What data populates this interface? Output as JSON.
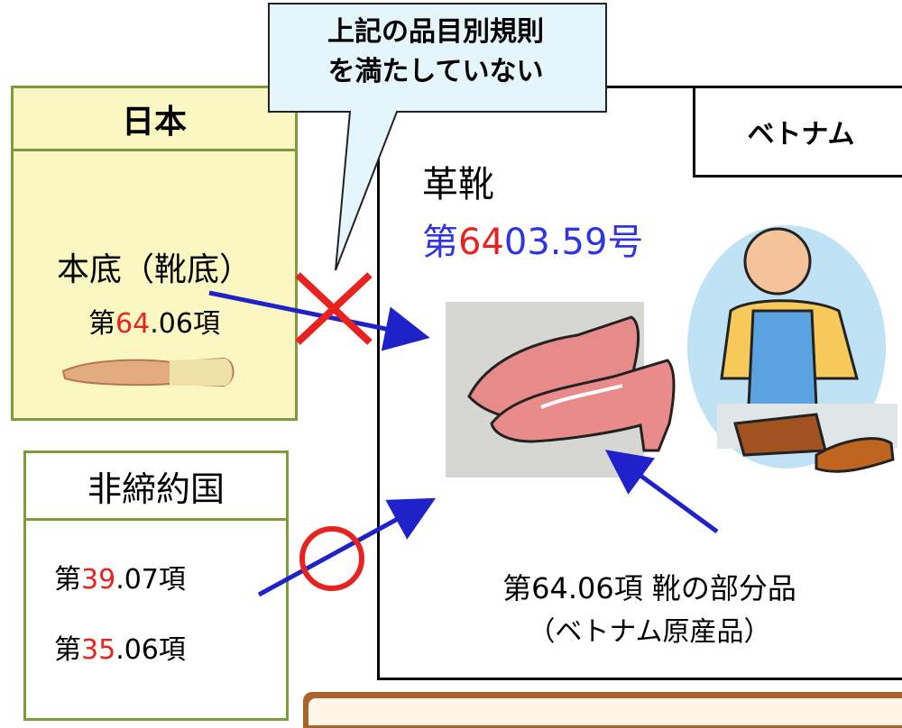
{
  "callout": {
    "line1": "上記の品目別規則",
    "line2": "を満たしていない"
  },
  "japan": {
    "header": "日本",
    "item_name": "本底（靴底）",
    "item_code": {
      "prefix": "第",
      "highlight": "64",
      "suffix": ".06項"
    }
  },
  "vietnam": {
    "label": "ベトナム",
    "product": "革靴",
    "product_code": {
      "prefix": "第",
      "highlight": "64",
      "suffix": "03.59号"
    },
    "parts_line1": "第64.06項 靴の部分品",
    "parts_line2": "（ベトナム原産品）"
  },
  "non_party": {
    "header": "非締約国",
    "codes": [
      {
        "prefix": "第",
        "highlight": "39",
        "suffix": ".07項"
      },
      {
        "prefix": "第",
        "highlight": "35",
        "suffix": ".06項"
      }
    ]
  },
  "marks": {
    "japan_flow": "cross-mark",
    "non_party_flow": "circle-mark"
  },
  "colors": {
    "green_border": "#7f9a3a",
    "japan_fill": "#fbf7c2",
    "callout_fill": "#e4f6fb",
    "arrow_blue": "#1f22c8",
    "mark_red": "#e8231f",
    "highlight_red": "#e8231f",
    "code_blue": "#2f35e0"
  }
}
